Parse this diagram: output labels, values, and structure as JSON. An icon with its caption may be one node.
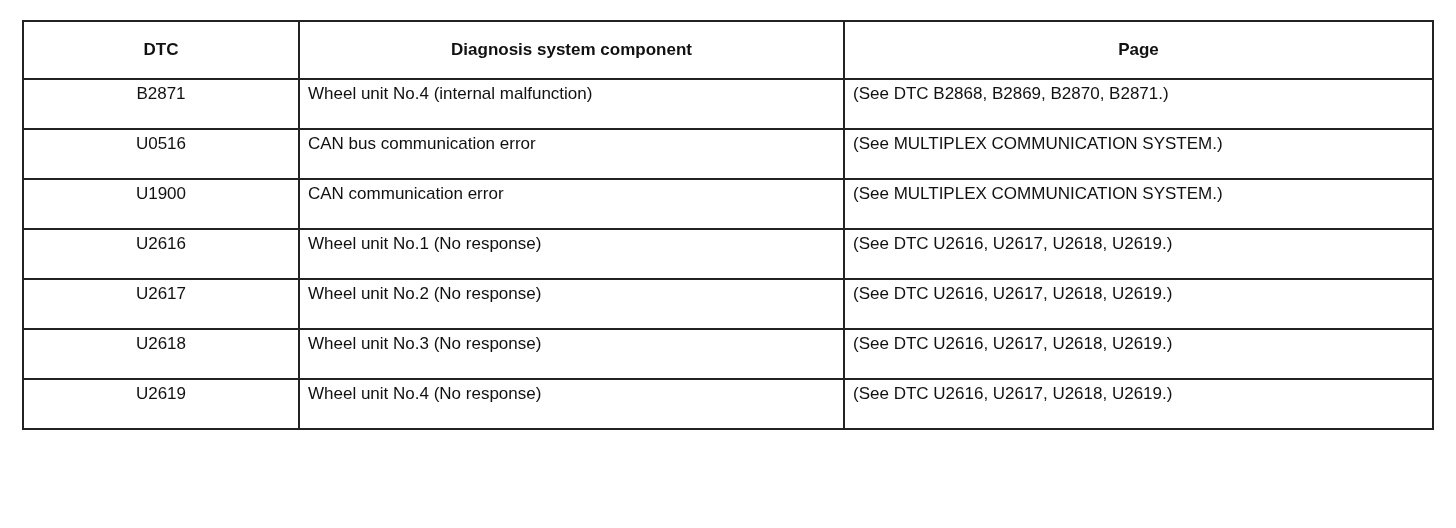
{
  "diagram": {
    "labels": [
      "DTC",
      "Diagnosis system component",
      "Page",
      "B2871",
      "Wheel unit No.4 (internal malfunction)",
      "(See DTC B2868, B2869, B2870, B2871.)",
      "U0516",
      "CAN bus communication error",
      "(See MULTIPLEX COMMUNICATION SYSTEM.)",
      "U1900",
      "CAN communication error",
      "(See MULTIPLEX COMMUNICATION SYSTEM.)",
      "U2616",
      "Wheel unit No.1 (No response)",
      "(See DTC U2616, U2617, U2618, U2619.)",
      "U2617",
      "Wheel unit No.2 (No response)",
      "(See DTC U2616, U2617, U2618, U2619.)",
      "U2618",
      "Wheel unit No.3 (No response)",
      "(See DTC U2616, U2617, U2618, U2619.)",
      "U2619",
      "Wheel unit No.4 (No response)",
      "(See DTC U2616, U2617, U2618, U2619.)"
    ]
  }
}
